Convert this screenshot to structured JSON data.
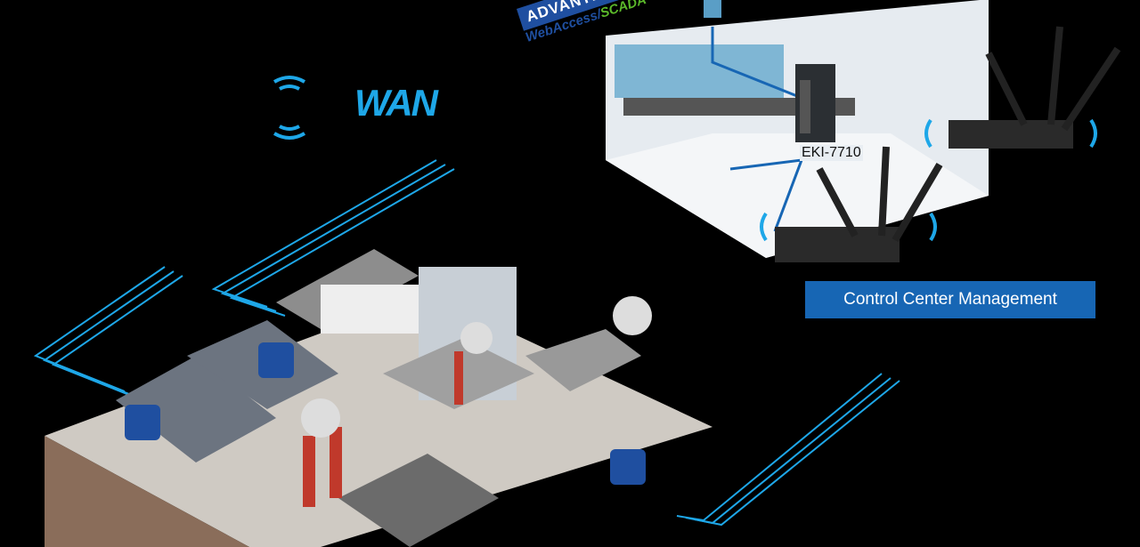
{
  "logo": {
    "brand": "ADVANTECH",
    "product": "WebAccess/",
    "product_accent": "SCADA"
  },
  "wan": {
    "label": "WAN",
    "icon": "wireless-signal-icon"
  },
  "control_center": {
    "label": "Control Center Management",
    "switch_label": "EKI-7710"
  },
  "colors": {
    "accent": "#1ea7e8",
    "label_bg": "#1766b4",
    "brand": "#1f4fa0",
    "scada_green": "#5bb82a"
  }
}
